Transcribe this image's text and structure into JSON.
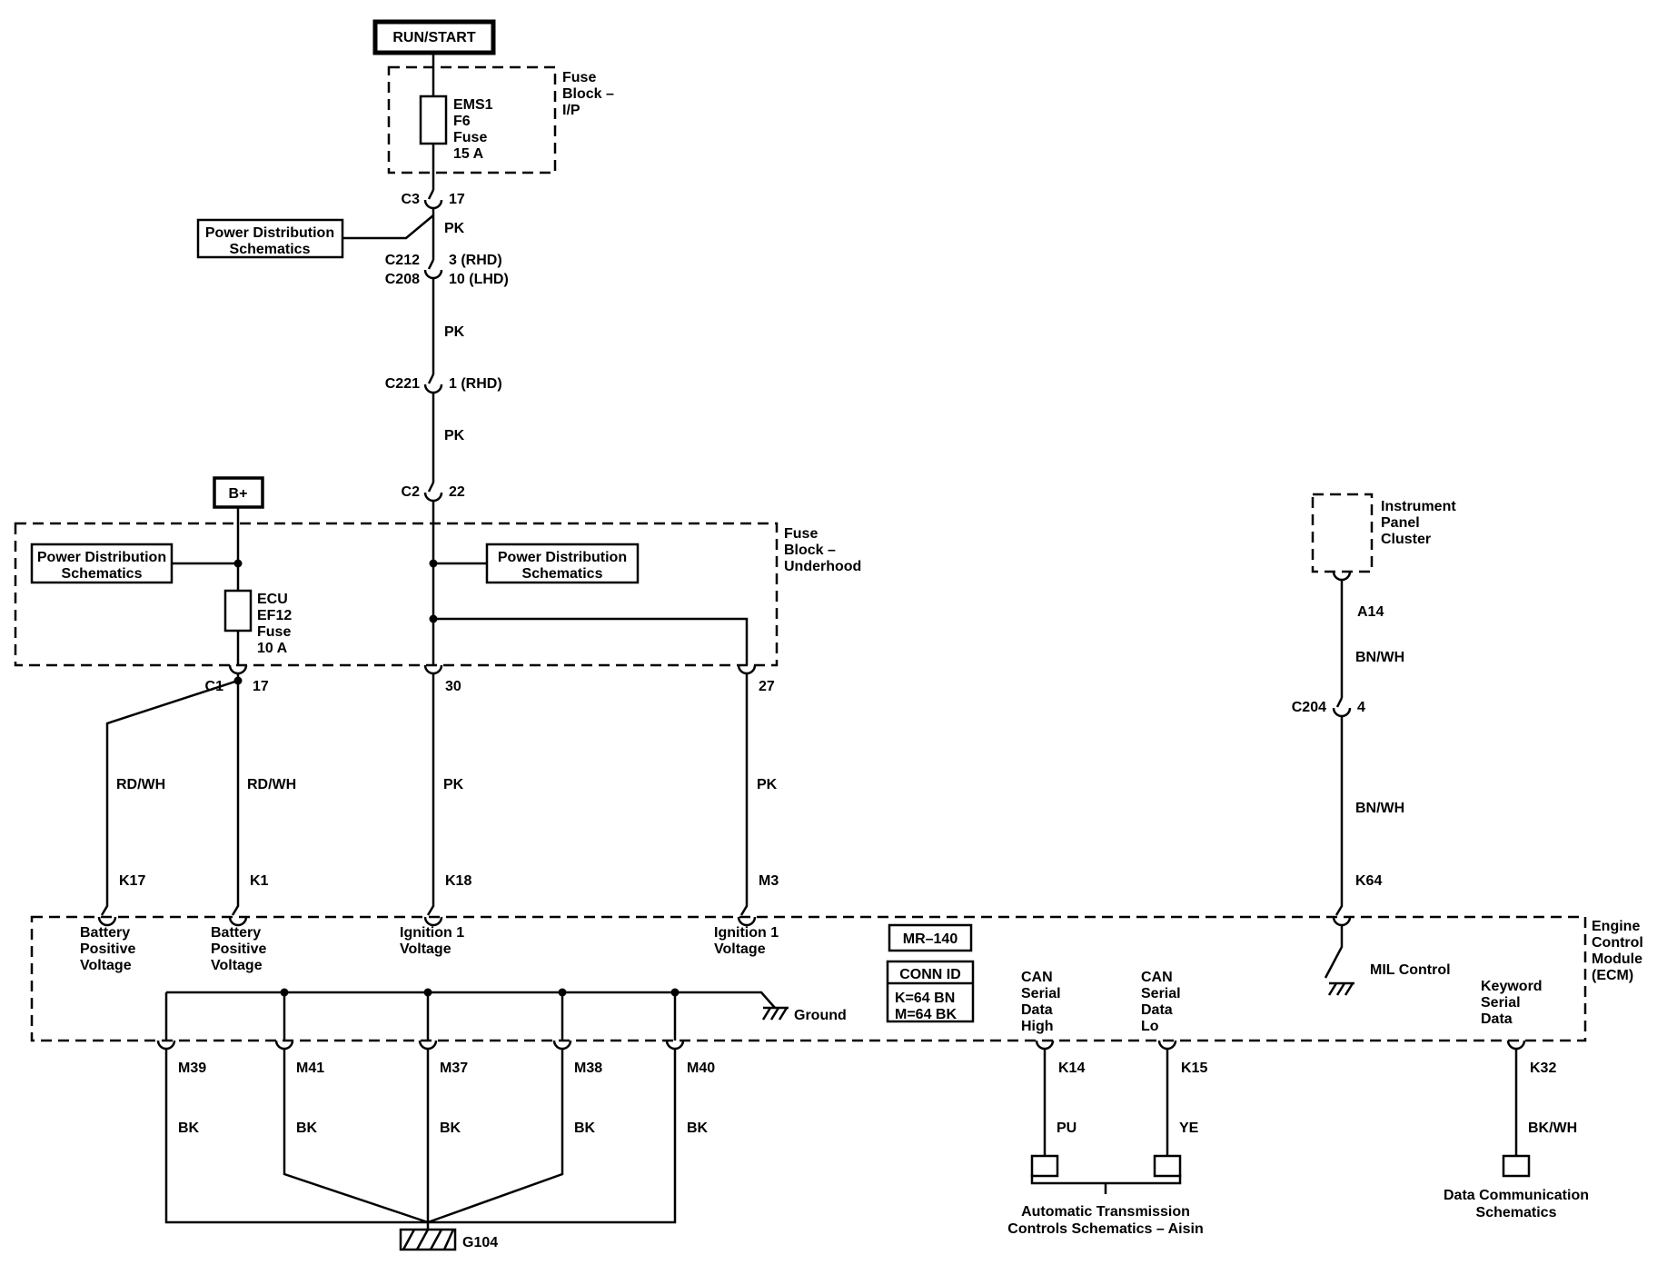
{
  "ignition_feed": {
    "source_label": "RUN/START",
    "fuse_block_ip_title": [
      "Fuse",
      "Block –",
      "I/P"
    ],
    "fuse_ems1": [
      "EMS1",
      "F6",
      "Fuse",
      "15 A"
    ],
    "conn_c3_name": "C3",
    "conn_c3_pin": "17",
    "wire_pk_1": "PK",
    "power_dist_ref_1": [
      "Power Distribution",
      "Schematics"
    ],
    "conn_c212_name": "C212",
    "conn_c212_pin": "3 (RHD)",
    "conn_c208_name": "C208",
    "conn_c208_pin": "10 (LHD)",
    "wire_pk_2": "PK",
    "conn_c221_name": "C221",
    "conn_c221_pin": "1 (RHD)",
    "wire_pk_3": "PK",
    "conn_c2_name": "C2",
    "conn_c2_pin": "22"
  },
  "battery_feed": {
    "source_label": "B+"
  },
  "fuse_block_underhood": {
    "title": [
      "Fuse",
      "Block –",
      "Underhood"
    ],
    "power_dist_ref_2": [
      "Power Distribution",
      "Schematics"
    ],
    "power_dist_ref_3": [
      "Power Distribution",
      "Schematics"
    ],
    "fuse_ecu": [
      "ECU",
      "EF12",
      "Fuse",
      "10 A"
    ],
    "conn_c1_name": "C1",
    "conn_c1_pin": "17",
    "pin_30": "30",
    "pin_27": "27"
  },
  "wire_labels": {
    "rdwh_1": "RD/WH",
    "rdwh_2": "RD/WH",
    "pk_4": "PK",
    "pk_5": "PK",
    "bnwh_1": "BN/WH",
    "bnwh_2": "BN/WH",
    "bk_1": "BK",
    "bk_2": "BK",
    "bk_3": "BK",
    "bk_4": "BK",
    "bk_5": "BK",
    "pu": "PU",
    "ye": "YE",
    "bkwh": "BK/WH"
  },
  "ecm": {
    "title": [
      "Engine",
      "Control",
      "Module",
      "(ECM)"
    ],
    "pin_k17": "K17",
    "pin_k1": "K1",
    "pin_k18": "K18",
    "pin_m3": "M3",
    "pin_k64": "K64",
    "fn_batt_1": [
      "Battery",
      "Positive",
      "Voltage"
    ],
    "fn_batt_2": [
      "Battery",
      "Positive",
      "Voltage"
    ],
    "fn_ign_1": [
      "Ignition 1",
      "Voltage"
    ],
    "fn_ign_2": [
      "Ignition 1",
      "Voltage"
    ],
    "module_id": "MR–140",
    "conn_id_title": "CONN ID",
    "conn_id_rows": [
      "K=64 BN",
      "M=64 BK"
    ],
    "fn_can_high": [
      "CAN",
      "Serial",
      "Data",
      "High"
    ],
    "fn_can_lo": [
      "CAN",
      "Serial",
      "Data",
      "Lo"
    ],
    "fn_mil": "MIL Control",
    "fn_keyword": [
      "Keyword",
      "Serial",
      "Data"
    ],
    "fn_ground": "Ground",
    "pin_m39": "M39",
    "pin_m41": "M41",
    "pin_m37": "M37",
    "pin_m38": "M38",
    "pin_m40": "M40",
    "pin_k14": "K14",
    "pin_k15": "K15",
    "pin_k32": "K32"
  },
  "instrument_panel_cluster": {
    "title": [
      "Instrument",
      "Panel",
      "Cluster"
    ],
    "pin_a14": "A14",
    "conn_c204_name": "C204",
    "conn_c204_pin": "4"
  },
  "grounds": {
    "g104": "G104"
  },
  "external_refs": {
    "auto_trans": [
      "Automatic Transmission",
      "Controls Schematics – Aisin"
    ],
    "data_comm": [
      "Data Communication",
      "Schematics"
    ]
  }
}
